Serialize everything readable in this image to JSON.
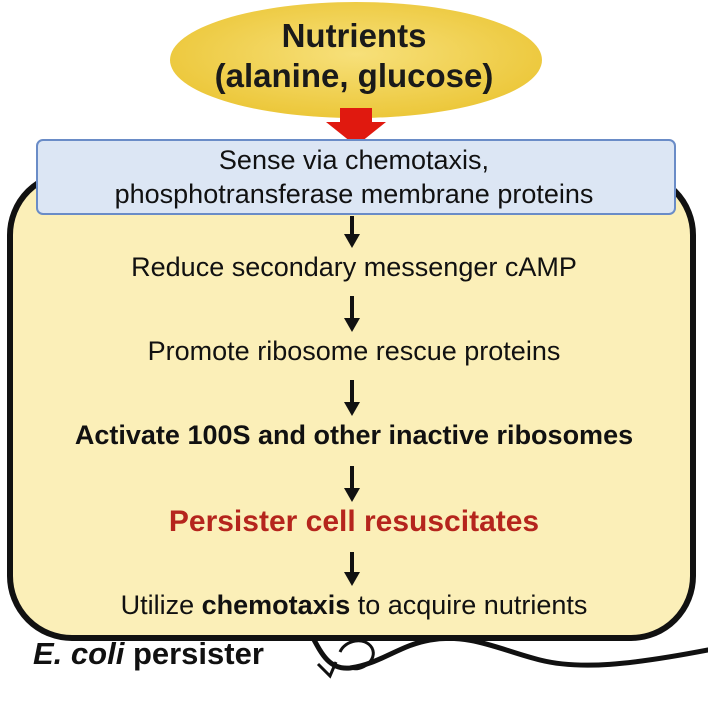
{
  "nutrients": {
    "line1": "Nutrients",
    "line2": "(alanine, glucose)"
  },
  "sense": {
    "line1": "Sense via chemotaxis,",
    "line2": "phosphotransferase membrane proteins"
  },
  "steps": {
    "reduce": "Reduce secondary messenger cAMP",
    "promote": "Promote ribosome rescue proteins",
    "activate": "Activate 100S and other inactive ribosomes",
    "resuscitate": "Persister cell resuscitates",
    "utilize_prefix": "Utilize",
    "utilize_bold": "chemotaxis",
    "utilize_suffix": "to acquire nutrients"
  },
  "label": {
    "species": "E. coli",
    "word": "persister"
  },
  "colors": {
    "ellipse_fill": "#f2d24a",
    "cell_fill": "#fbefb8",
    "sense_fill": "#dce6f4",
    "sense_border": "#6a8cc7",
    "input_arrow": "#e0190f",
    "resuscitate_text": "#b5251d",
    "cell_outline": "#111111"
  }
}
